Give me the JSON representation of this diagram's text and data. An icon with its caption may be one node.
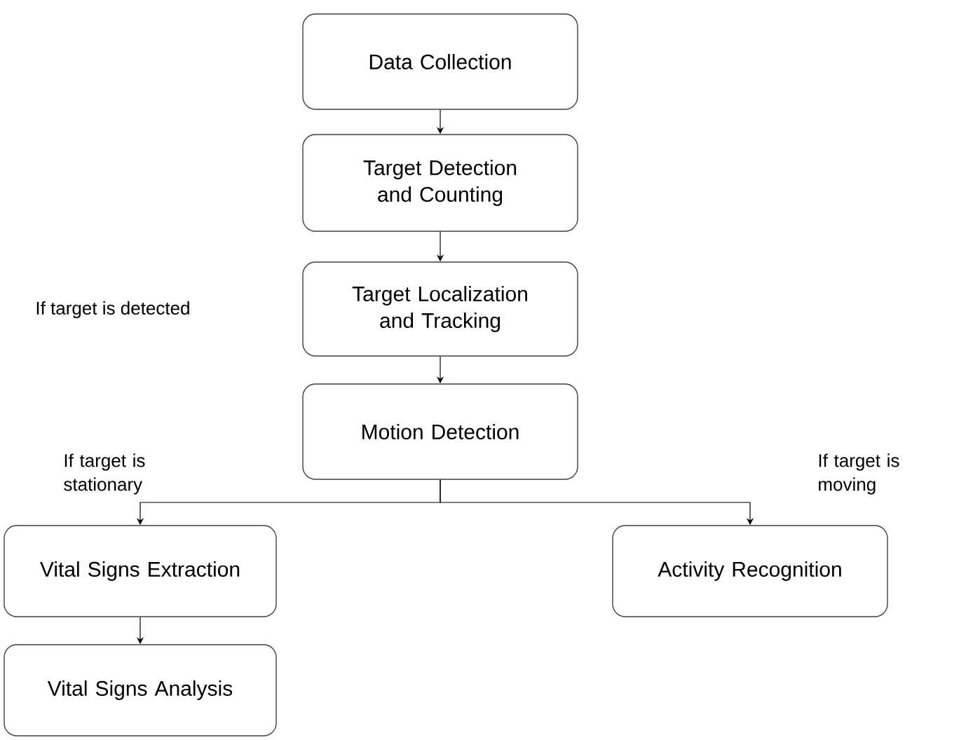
{
  "diagram": {
    "nodes": [
      {
        "text": [
          "Data Collection"
        ]
      },
      {
        "text": [
          "Target Detection and Counting"
        ]
      },
      {
        "text": [
          "Target Localization and Tracking"
        ]
      },
      {
        "text": [
          "Motion Detection"
        ]
      },
      {
        "text": [
          "Vital Signs Extraction"
        ]
      },
      {
        "text": [
          "Activity Recognition"
        ]
      },
      {
        "text": [
          "Vital Signs Analysis"
        ]
      }
    ],
    "edges": [
      {
        "from": 0,
        "to": 1,
        "arrow": "to"
      },
      {
        "from": 1,
        "to": 2,
        "arrow": "to"
      },
      {
        "from": 2,
        "to": 3,
        "arrow": "to"
      },
      {
        "from": 3,
        "to": 4,
        "arrow": "to",
        "label": "If target is stationary"
      },
      {
        "from": 3,
        "to": 5,
        "arrow": "to",
        "label": "If target is moving"
      },
      {
        "from": 4,
        "to": 6,
        "arrow": "to"
      }
    ],
    "labels": [
      "If target is detected"
    ]
  }
}
